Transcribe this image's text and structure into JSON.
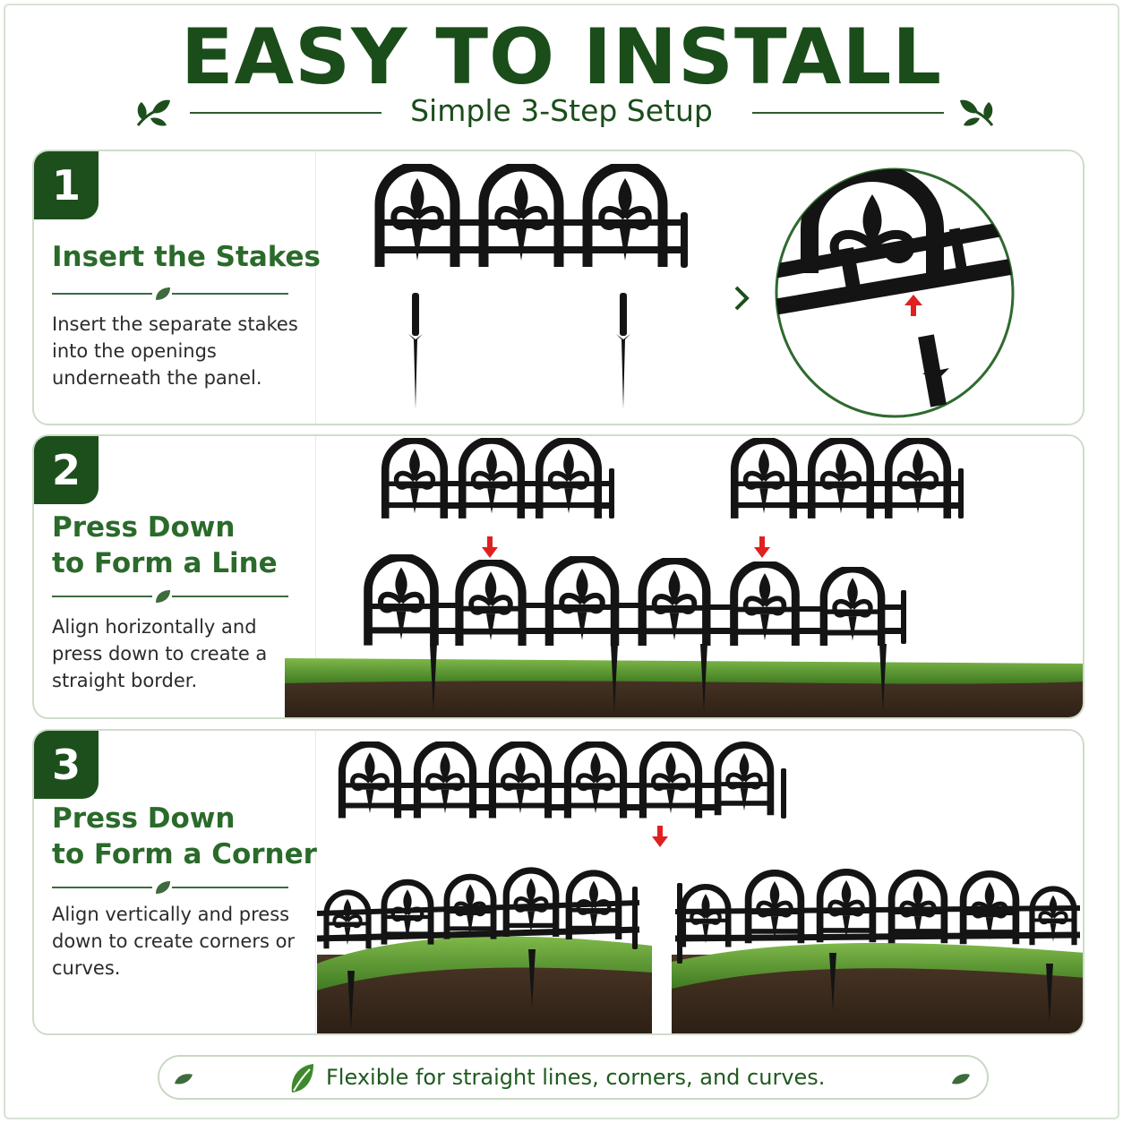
{
  "header": {
    "title": "EASY TO INSTALL",
    "subtitle": "Simple 3-Step Setup"
  },
  "steps": [
    {
      "number": "1",
      "title": "Insert the Stakes",
      "description": "Insert the separate stakes into the openings underneath the panel."
    },
    {
      "number": "2",
      "title": "Press Down\nto Form a Line",
      "description": "Align horizontally and press down to create a straight border."
    },
    {
      "number": "3",
      "title": "Press Down\nto Form a Corner",
      "description": "Align vertically and press down to create corners or curves."
    }
  ],
  "footer": {
    "text": "Flexible for straight lines, corners, and curves."
  },
  "colors": {
    "brand_green": "#1d4f1d",
    "title_green": "#1a4d1a",
    "accent_red": "#e02020",
    "fence_black": "#141414",
    "grass": "#4f8f2a",
    "soil": "#3a2a1c"
  },
  "icons": [
    "leaf-pair-icon",
    "leaf-icon",
    "chevron-right-icon",
    "arrow-down-icon",
    "arrow-up-icon"
  ]
}
